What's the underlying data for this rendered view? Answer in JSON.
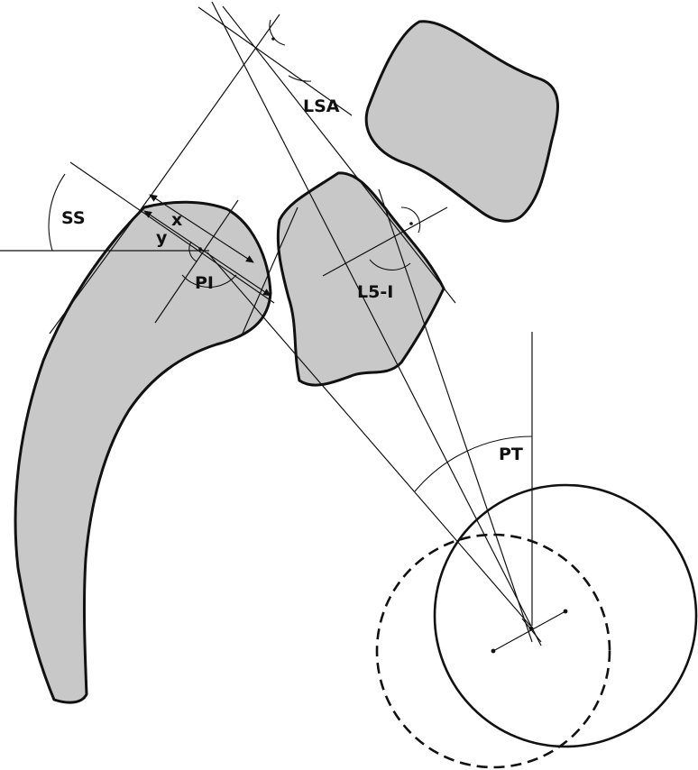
{
  "labels": {
    "lsa": "LSA",
    "ss": "SS",
    "x": "x",
    "y": "y",
    "pi": "PI",
    "l5i": "L5-I",
    "pt": "PT"
  },
  "colors": {
    "bone_fill": "#c8c8c8",
    "stroke": "#111111",
    "background": "#ffffff"
  }
}
